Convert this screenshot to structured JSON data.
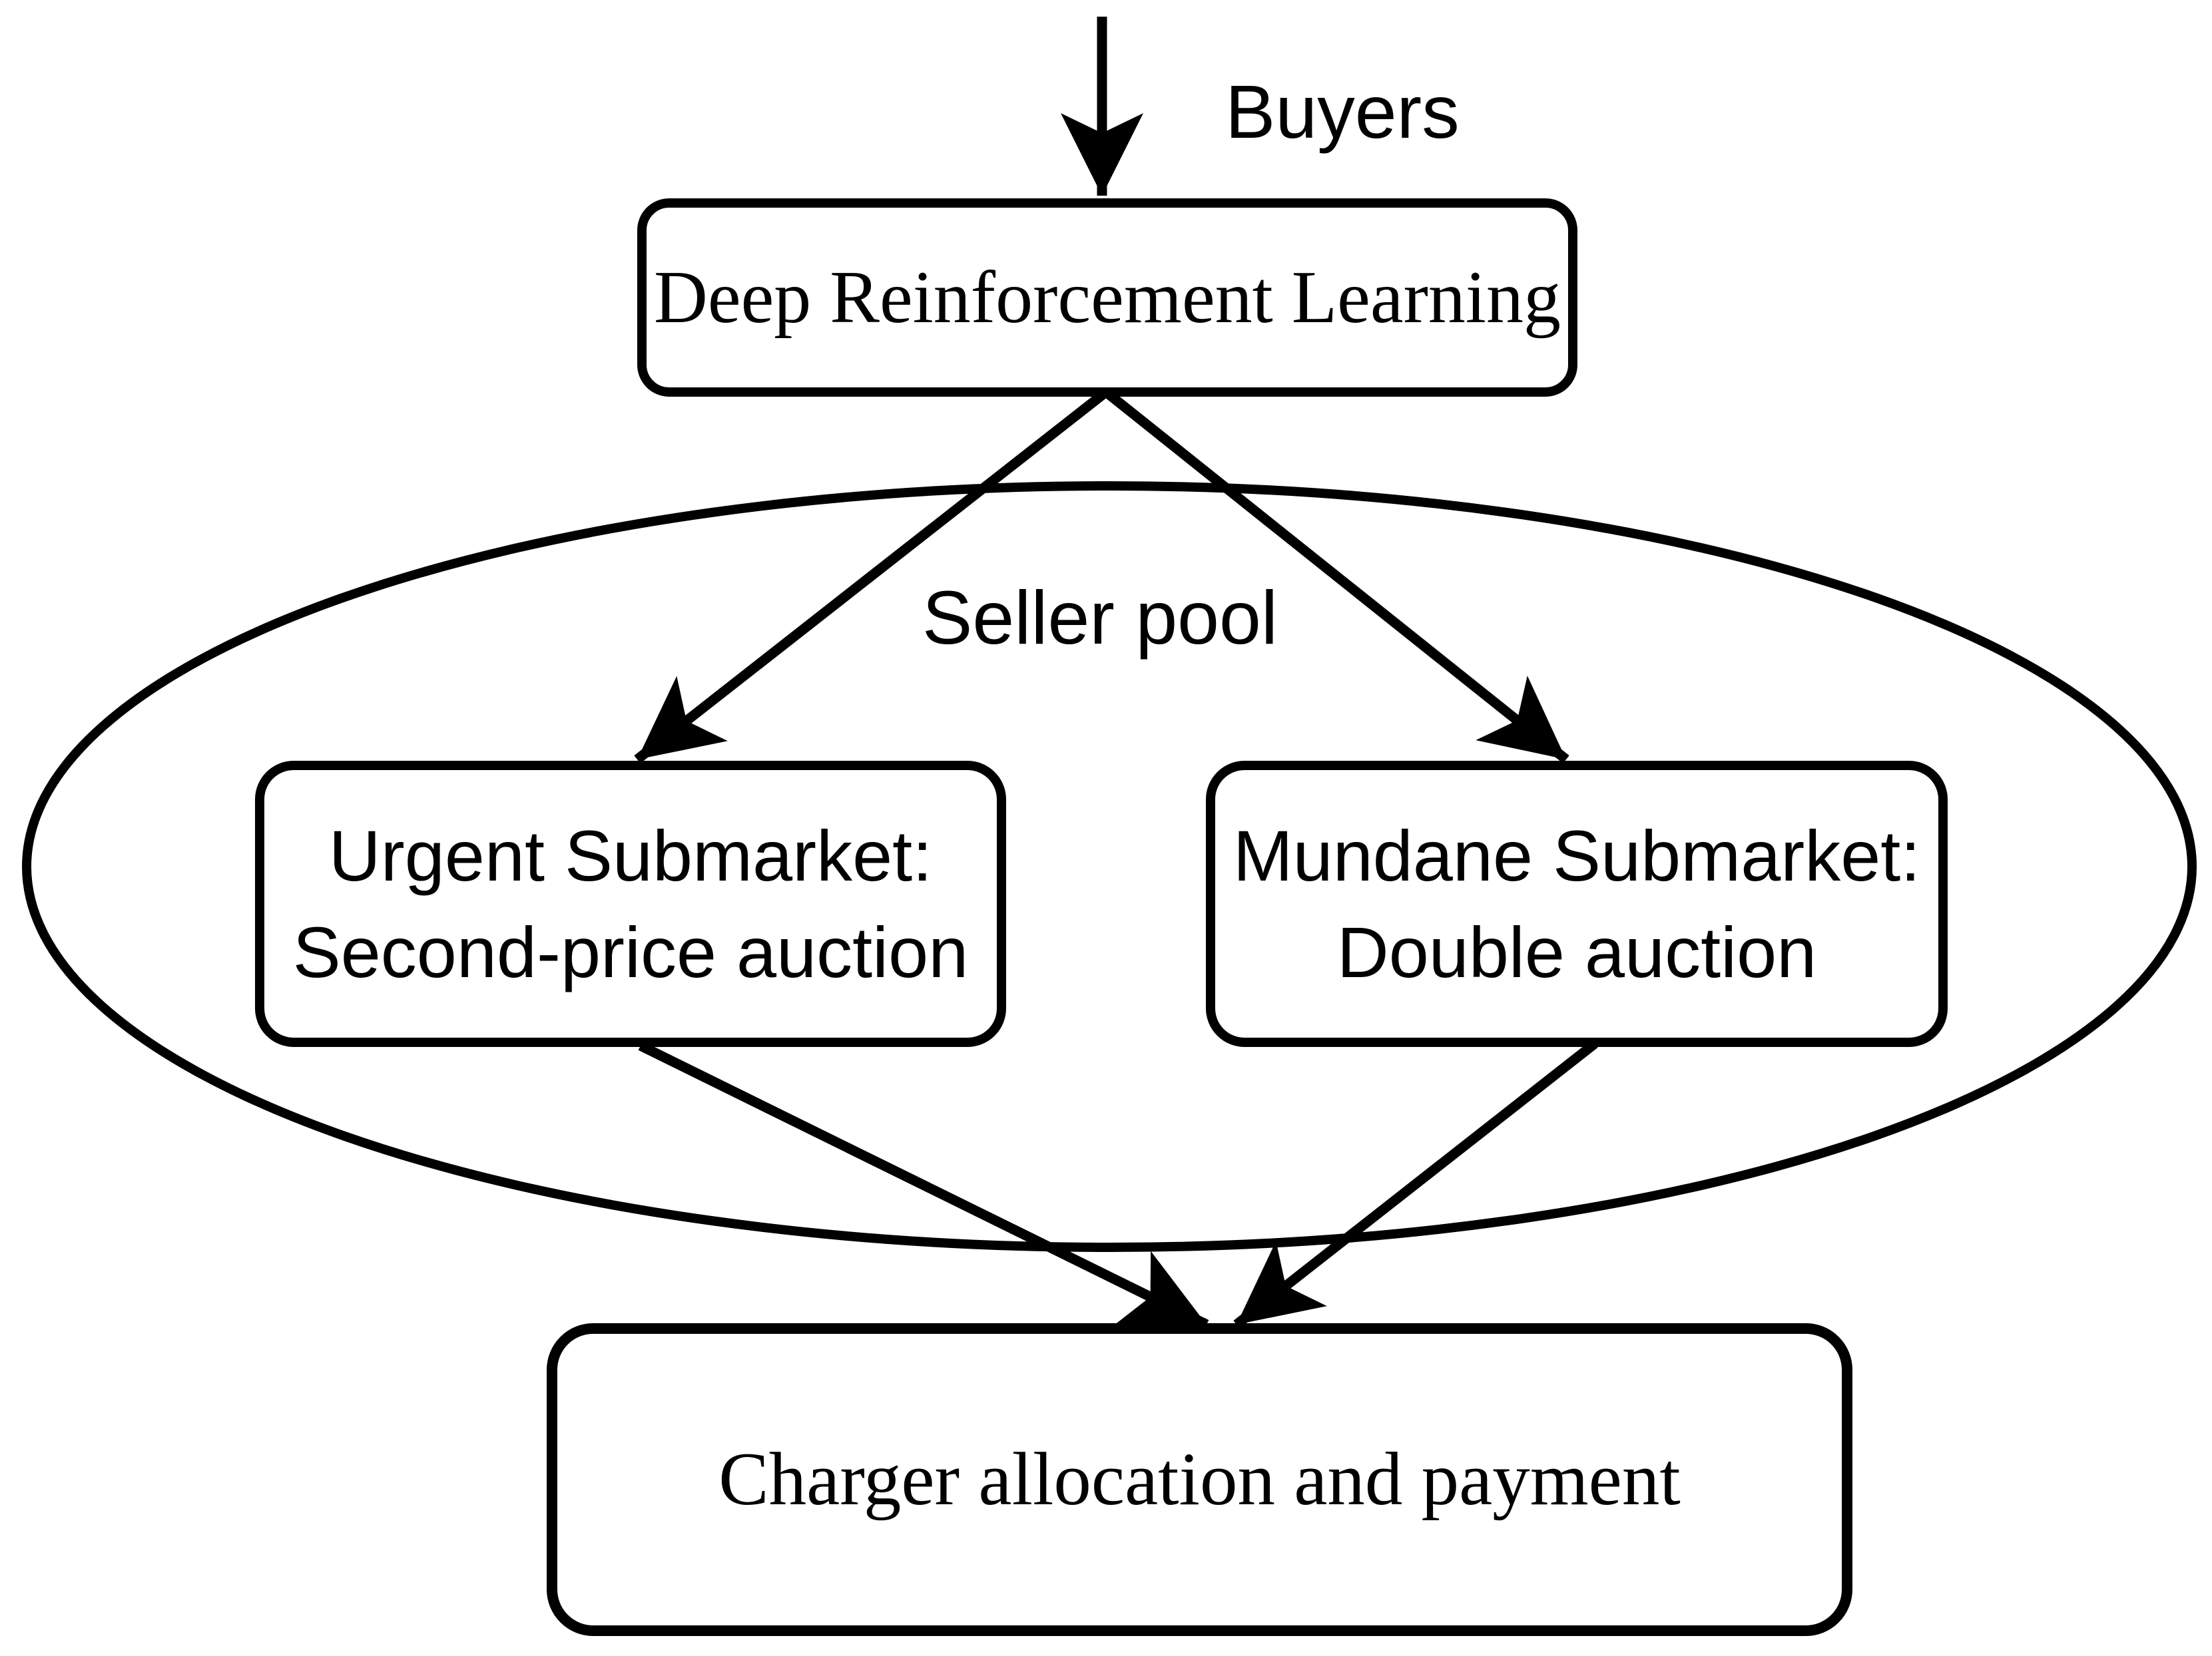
{
  "diagram": {
    "type": "flowchart",
    "background_color": "#ffffff",
    "line_color": "#000000",
    "labels": {
      "buyers": "Buyers",
      "seller_pool": "Seller pool"
    },
    "nodes": {
      "drl": {
        "label": "Deep Reinforcement Learning"
      },
      "urgent": {
        "line1": "Urgent Submarket:",
        "line2": "Second-price auction"
      },
      "mundane": {
        "line1": "Mundane Submarket:",
        "line2": "Double auction"
      },
      "allocation": {
        "label": "Charger allocation and payment"
      }
    },
    "edges": [
      {
        "from": "buyers",
        "to": "drl",
        "label": "Buyers",
        "arrow": true
      },
      {
        "from": "drl",
        "to": "urgent",
        "arrow": true
      },
      {
        "from": "drl",
        "to": "mundane",
        "arrow": true
      },
      {
        "from": "urgent",
        "to": "allocation",
        "arrow": true
      },
      {
        "from": "mundane",
        "to": "allocation",
        "arrow": true
      }
    ],
    "groups": [
      {
        "name": "seller-pool-ellipse",
        "label": "Seller pool",
        "contains": [
          "urgent",
          "mundane"
        ]
      }
    ]
  }
}
